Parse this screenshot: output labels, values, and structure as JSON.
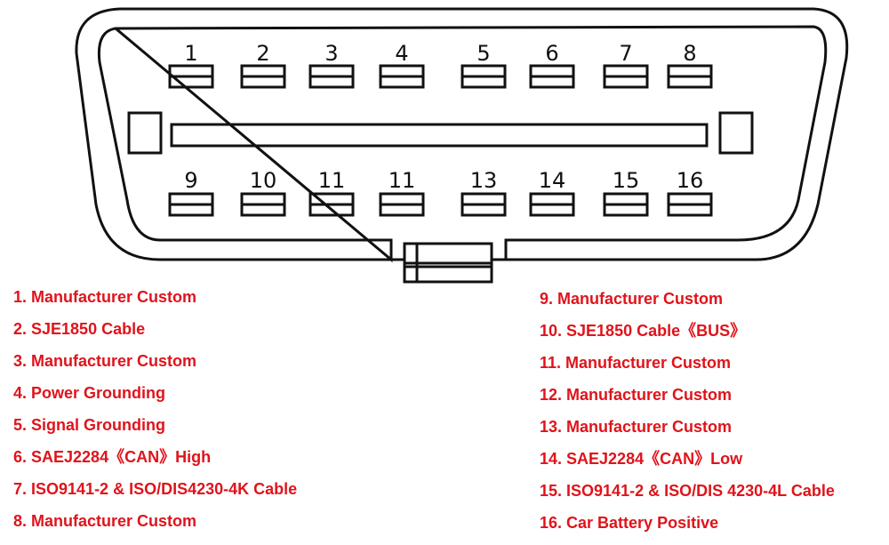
{
  "diagram": {
    "title": "OBD-II 16-pin connector pinout",
    "text_color": "#e0131b",
    "outline_color": "#111111",
    "pin_numbers_top": [
      "1",
      "2",
      "3",
      "4",
      "5",
      "6",
      "7",
      "8"
    ],
    "pin_numbers_bottom": [
      "9",
      "10",
      "11",
      "11",
      "13",
      "14",
      "15",
      "16"
    ]
  },
  "legend": {
    "left": [
      "1. Manufacturer Custom",
      "2. SJE1850 Cable",
      "3. Manufacturer Custom",
      "4. Power Grounding",
      "5. Signal Grounding",
      "6. SAEJ2284《CAN》High",
      "7. ISO9141-2 & ISO/DIS4230-4K Cable",
      "8. Manufacturer Custom"
    ],
    "right": [
      "9. Manufacturer Custom",
      "10. SJE1850 Cable《BUS》",
      "11. Manufacturer Custom",
      "12. Manufacturer Custom",
      "13. Manufacturer Custom",
      "14. SAEJ2284《CAN》Low",
      "15. ISO9141-2 & ISO/DIS 4230-4L Cable",
      "16. Car Battery Positive"
    ]
  }
}
